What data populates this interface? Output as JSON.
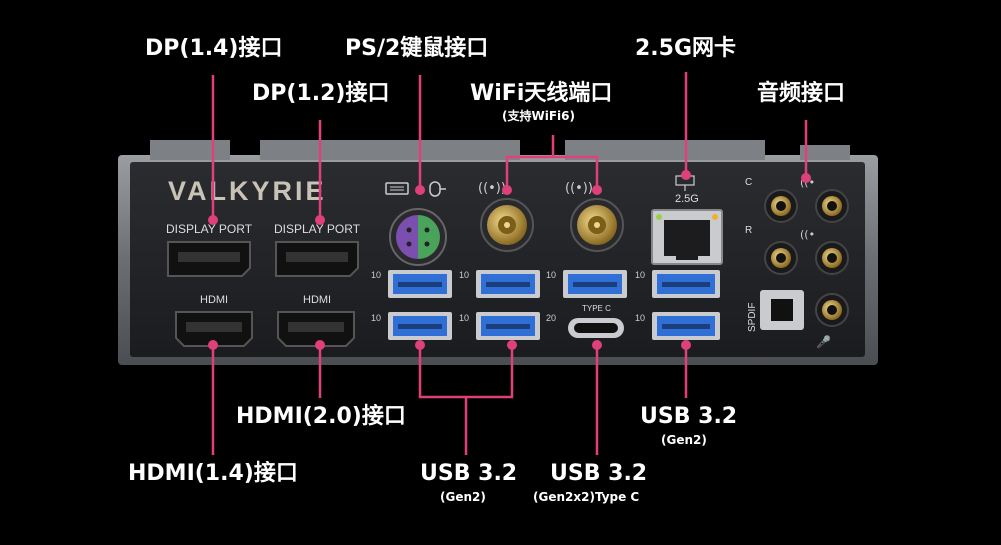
{
  "panel": {
    "brand": "VALKYRIE",
    "dp_label_1": "DISPLAY PORT",
    "dp_label_2": "DISPLAY PORT",
    "hdmi_label_1": "HDMI",
    "hdmi_label_2": "HDMI",
    "usb_speed_10": "10",
    "usb_speed_20": "20",
    "type_c_label": "TYPE C",
    "spdif_label": "SPDIF",
    "lan_speed": "2.5G",
    "audio_c": "C",
    "audio_r": "R"
  },
  "callouts": {
    "dp14": "DP(1.4)接口",
    "dp12": "DP(1.2)接口",
    "ps2": "PS/2键鼠接口",
    "wifi": "WiFi天线端口",
    "wifi_sub": "(支持WiFi6)",
    "lan": "2.5G网卡",
    "audio": "音频接口",
    "hdmi20": "HDMI(2.0)接口",
    "hdmi14": "HDMI(1.4)接口",
    "usb_left": "USB 3.2",
    "usb_left_sub": "(Gen2)",
    "usb_c": "USB 3.2",
    "usb_c_sub": "(Gen2x2)Type C",
    "usb_right": "USB 3.2",
    "usb_right_sub": "(Gen2)"
  },
  "colors": {
    "callout_line": "#e0407a",
    "panel_bg": "#222326",
    "usb_blue": "#2f6fd6",
    "gold": "#c9a24a",
    "ps2_purple": "#7a4fb0",
    "ps2_green": "#49a35a"
  }
}
